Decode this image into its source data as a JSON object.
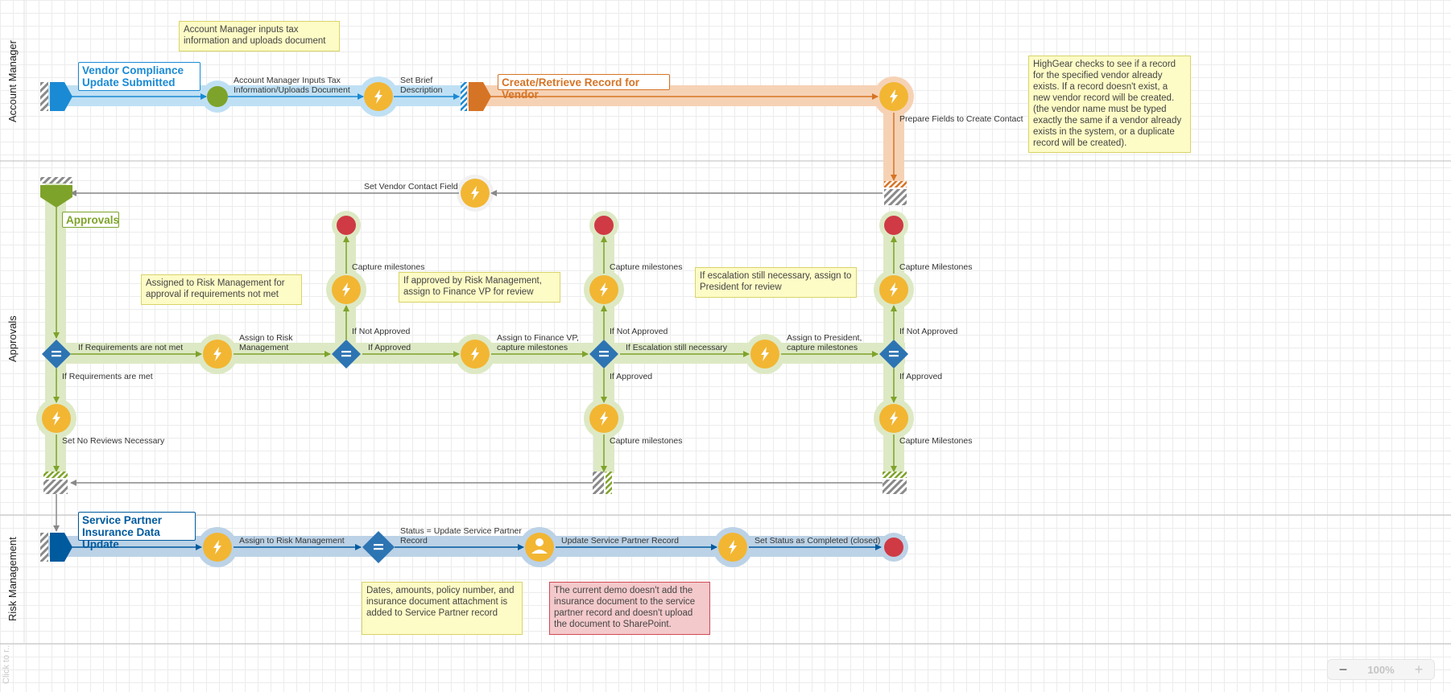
{
  "lanes": [
    {
      "id": "account-manager",
      "title": "Account Manager"
    },
    {
      "id": "approvals",
      "title": "Approvals"
    },
    {
      "id": "risk-management",
      "title": "Risk Management"
    }
  ],
  "titles": {
    "vendor_compliance": "Vendor Compliance\nUpdate Submitted",
    "create_retrieve": "Create/Retrieve Record for Vendor",
    "approvals": "Approvals",
    "service_partner": "Service Partner\nInsurance Data Update"
  },
  "notes": {
    "am_inputs": "Account Manager inputs tax information and uploads document",
    "highgear": "HighGear checks to see if a record for the specified vendor already exists. If a record doesn't exist, a new vendor record will be created. (the vendor name must be typed exactly the same if a vendor already exists in the system, or a duplicate record will be created).",
    "risk_assign": "Assigned to Risk Management for approval if requirements not met",
    "finance_assign": "If approved by Risk Management, assign to Finance VP for review",
    "president_assign": "If escalation still necessary, assign to President for review",
    "dates_amounts": "Dates, amounts, policy number, and insurance document attachment is added to Service Partner record",
    "demo_warning": "The current demo doesn't add the insurance document to the service partner record and doesn't upload the document to SharePoint."
  },
  "labels": {
    "am_inputs_tax": "Account Manager Inputs Tax",
    "info_uploads": "Information/Uploads Document",
    "set_brief": "Set Brief",
    "description": "Description",
    "prepare_fields": "Prepare Fields to Create Contact",
    "set_vendor_contact": "Set Vendor Contact Field",
    "req_not_met": "If Requirements are not met",
    "req_met": "If Requirements are met",
    "assign_risk_1": "Assign to Risk",
    "assign_risk_2": "Management",
    "capture_milestones_1": "Capture milestones",
    "if_not_approved_1": "If Not Approved",
    "if_approved_1": "If Approved",
    "assign_finance_1": "Assign to Finance VP,",
    "assign_finance_2": "capture milestones",
    "capture_milestones_2": "Capture milestones",
    "if_not_approved_2": "If Not Approved",
    "if_escalation": "If Escalation still necessary",
    "if_approved_2": "If Approved",
    "capture_milestones_3": "Capture milestones",
    "assign_president_1": "Assign to President,",
    "assign_president_2": "capture milestones",
    "capture_milestones_4": "Capture Milestones",
    "if_not_approved_3": "If Not Approved",
    "if_approved_3": "If Approved",
    "capture_milestones_5": "Capture Milestones",
    "set_no_reviews": "Set No Reviews Necessary",
    "assign_risk_mgmt": "Assign to Risk Management",
    "status_update_1": "Status = Update Service Partner",
    "status_update_2": "Record",
    "update_sp_record": "Update Service Partner Record",
    "set_status_completed": "Set Status as Completed (closed)"
  },
  "zoom": {
    "minus": "−",
    "value": "100%",
    "plus": "+"
  },
  "hint": "Click to r...",
  "colors": {
    "blue": "#1a8ad4",
    "blue_band": "#bfe0f4",
    "orange": "#d67425",
    "orange_band": "#f6d2b5",
    "green": "#7ea32a",
    "green_band": "#dde9c4",
    "darkblue": "#005a9e",
    "darkblue_band": "#bcd2e6",
    "yellow": "#f2b633",
    "red": "#cf3a44",
    "diamond": "#2d74b3"
  }
}
